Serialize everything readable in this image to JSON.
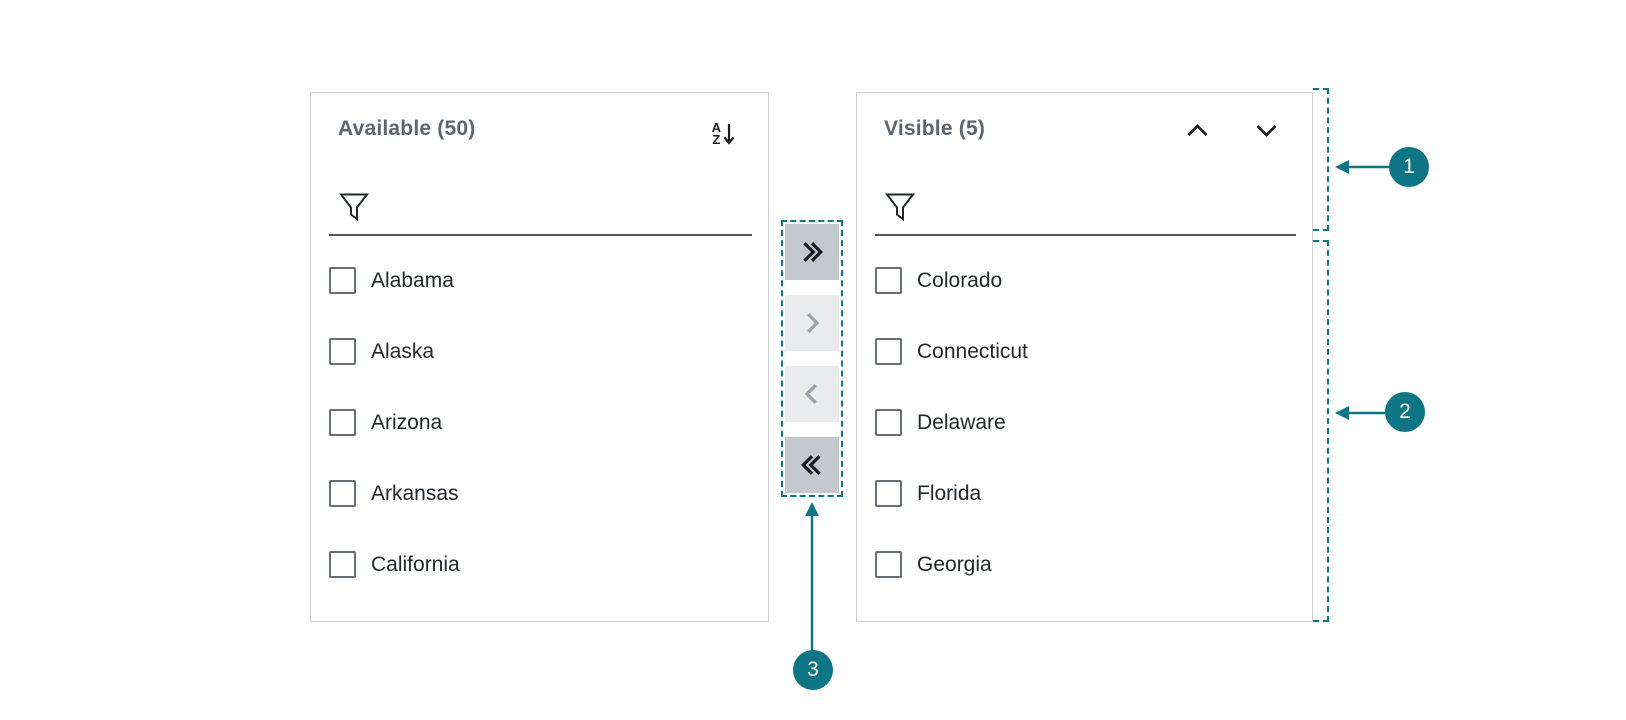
{
  "colors": {
    "accent": "#0E7584",
    "panel_border": "#C9CED3",
    "title_text": "#5B6770",
    "item_text": "#21272C",
    "button_enabled_bg": "#C4C9CE",
    "button_disabled_bg": "#E9EBEC"
  },
  "available_panel": {
    "title": "Available (50)",
    "sort_icon": "sort-alphabetical-descending-icon",
    "filter": {
      "value": "",
      "placeholder": "",
      "icon": "filter-funnel-icon"
    },
    "items": [
      {
        "label": "Alabama",
        "checked": false
      },
      {
        "label": "Alaska",
        "checked": false
      },
      {
        "label": "Arizona",
        "checked": false
      },
      {
        "label": "Arkansas",
        "checked": false
      },
      {
        "label": "California",
        "checked": false
      }
    ]
  },
  "visible_panel": {
    "title": "Visible (5)",
    "reorder_icons": [
      "move-up-icon",
      "move-down-icon"
    ],
    "filter": {
      "value": "",
      "placeholder": "",
      "icon": "filter-funnel-icon"
    },
    "items": [
      {
        "label": "Colorado",
        "checked": false
      },
      {
        "label": "Connecticut",
        "checked": false
      },
      {
        "label": "Delaware",
        "checked": false
      },
      {
        "label": "Florida",
        "checked": false
      },
      {
        "label": "Georgia",
        "checked": false
      }
    ]
  },
  "transfer_buttons": [
    {
      "name": "move-all-right",
      "icon": "double-chevron-right-icon",
      "enabled": true
    },
    {
      "name": "move-selected-right",
      "icon": "chevron-right-icon",
      "enabled": false
    },
    {
      "name": "move-selected-left",
      "icon": "chevron-left-icon",
      "enabled": false
    },
    {
      "name": "move-all-left",
      "icon": "double-chevron-left-icon",
      "enabled": true
    }
  ],
  "annotations": {
    "badges": [
      {
        "number": "1"
      },
      {
        "number": "2"
      },
      {
        "number": "3"
      }
    ]
  }
}
